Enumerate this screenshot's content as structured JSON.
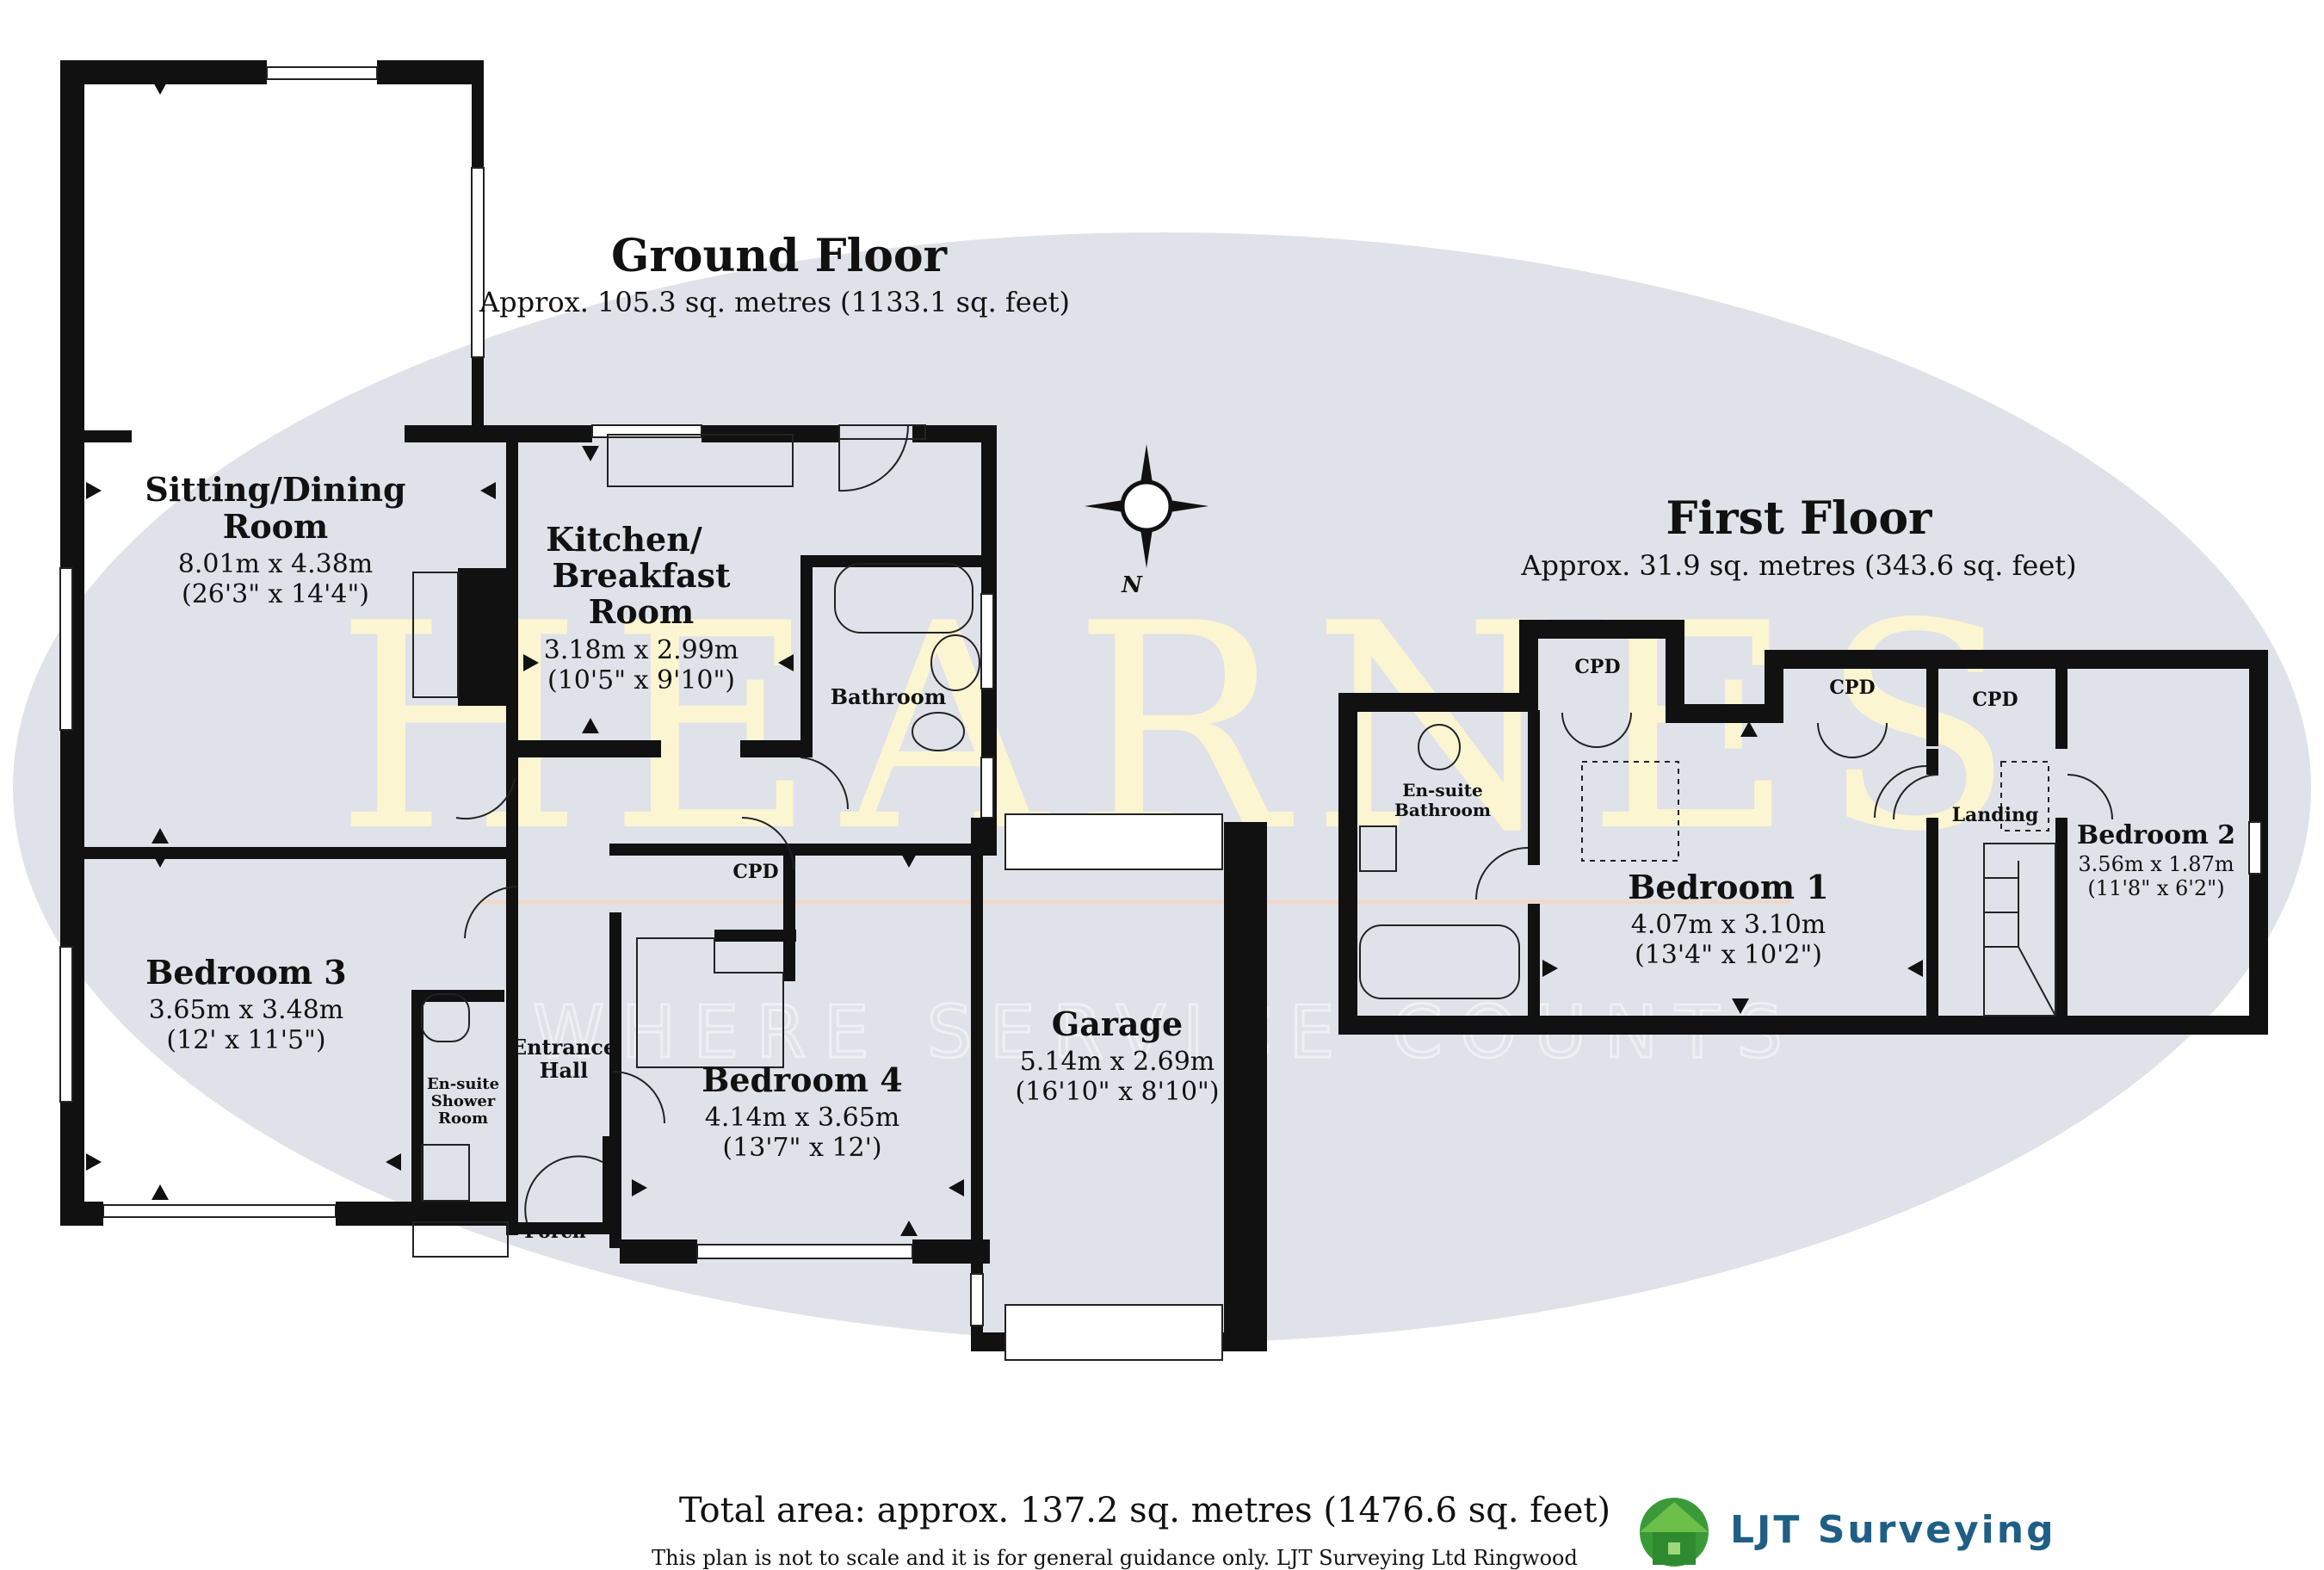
{
  "watermark": {
    "brand": "HEARNES",
    "tagline": "WHERE SERVICE COUNTS"
  },
  "ground_floor": {
    "title": "Ground Floor",
    "area": "Approx. 105.3 sq. metres (1133.1 sq. feet)",
    "rooms": {
      "sitting": {
        "name_line1": "Sitting/Dining",
        "name_line2": "Room",
        "metric": "8.01m x 4.38m",
        "imperial": "(26'3\" x 14'4\")"
      },
      "kitchen": {
        "name_line1": "Kitchen/",
        "name_line2": "Breakfast",
        "name_line3": "Room",
        "metric": "3.18m x 2.99m",
        "imperial": "(10'5\" x 9'10\")"
      },
      "bathroom": {
        "name": "Bathroom"
      },
      "bedroom3": {
        "name": "Bedroom 3",
        "metric": "3.65m x 3.48m",
        "imperial": "(12' x 11'5\")"
      },
      "ensuite_shower": {
        "line1": "En-suite",
        "line2": "Shower",
        "line3": "Room"
      },
      "hall": {
        "line1": "Entrance",
        "line2": "Hall"
      },
      "cpd": {
        "name": "CPD"
      },
      "bedroom4": {
        "name": "Bedroom 4",
        "metric": "4.14m x 3.65m",
        "imperial": "(13'7\" x 12')"
      },
      "garage": {
        "name": "Garage",
        "metric": "5.14m x 2.69m",
        "imperial": "(16'10\" x 8'10\")"
      },
      "porch": {
        "name": "Porch"
      }
    }
  },
  "first_floor": {
    "title": "First Floor",
    "area": "Approx. 31.9 sq. metres (343.6 sq. feet)",
    "rooms": {
      "ensuite_bath": {
        "line1": "En-suite",
        "line2": "Bathroom"
      },
      "cpd1": "CPD",
      "cpd2": "CPD",
      "cpd3": "CPD",
      "landing": "Landing",
      "bedroom1": {
        "name": "Bedroom 1",
        "metric": "4.07m x 3.10m",
        "imperial": "(13'4\" x 10'2\")"
      },
      "bedroom2": {
        "name": "Bedroom 2",
        "metric": "3.56m x 1.87m",
        "imperial": "(11'8\" x 6'2\")"
      }
    }
  },
  "compass": {
    "label": "N"
  },
  "footer": {
    "total": "Total area: approx. 137.2 sq. metres (1476.6 sq. feet)",
    "disclaimer": "This plan is not to scale and it is for general guidance only. LJT Surveying Ltd Ringwood",
    "logo_text": "LJT Surveying"
  },
  "colors": {
    "background_ellipse": "#dfe2e8",
    "watermark_text": "#fbf5d2",
    "wall": "#111111",
    "logo_text": "#1f5f86",
    "logo_green": "#3a9a3a"
  }
}
